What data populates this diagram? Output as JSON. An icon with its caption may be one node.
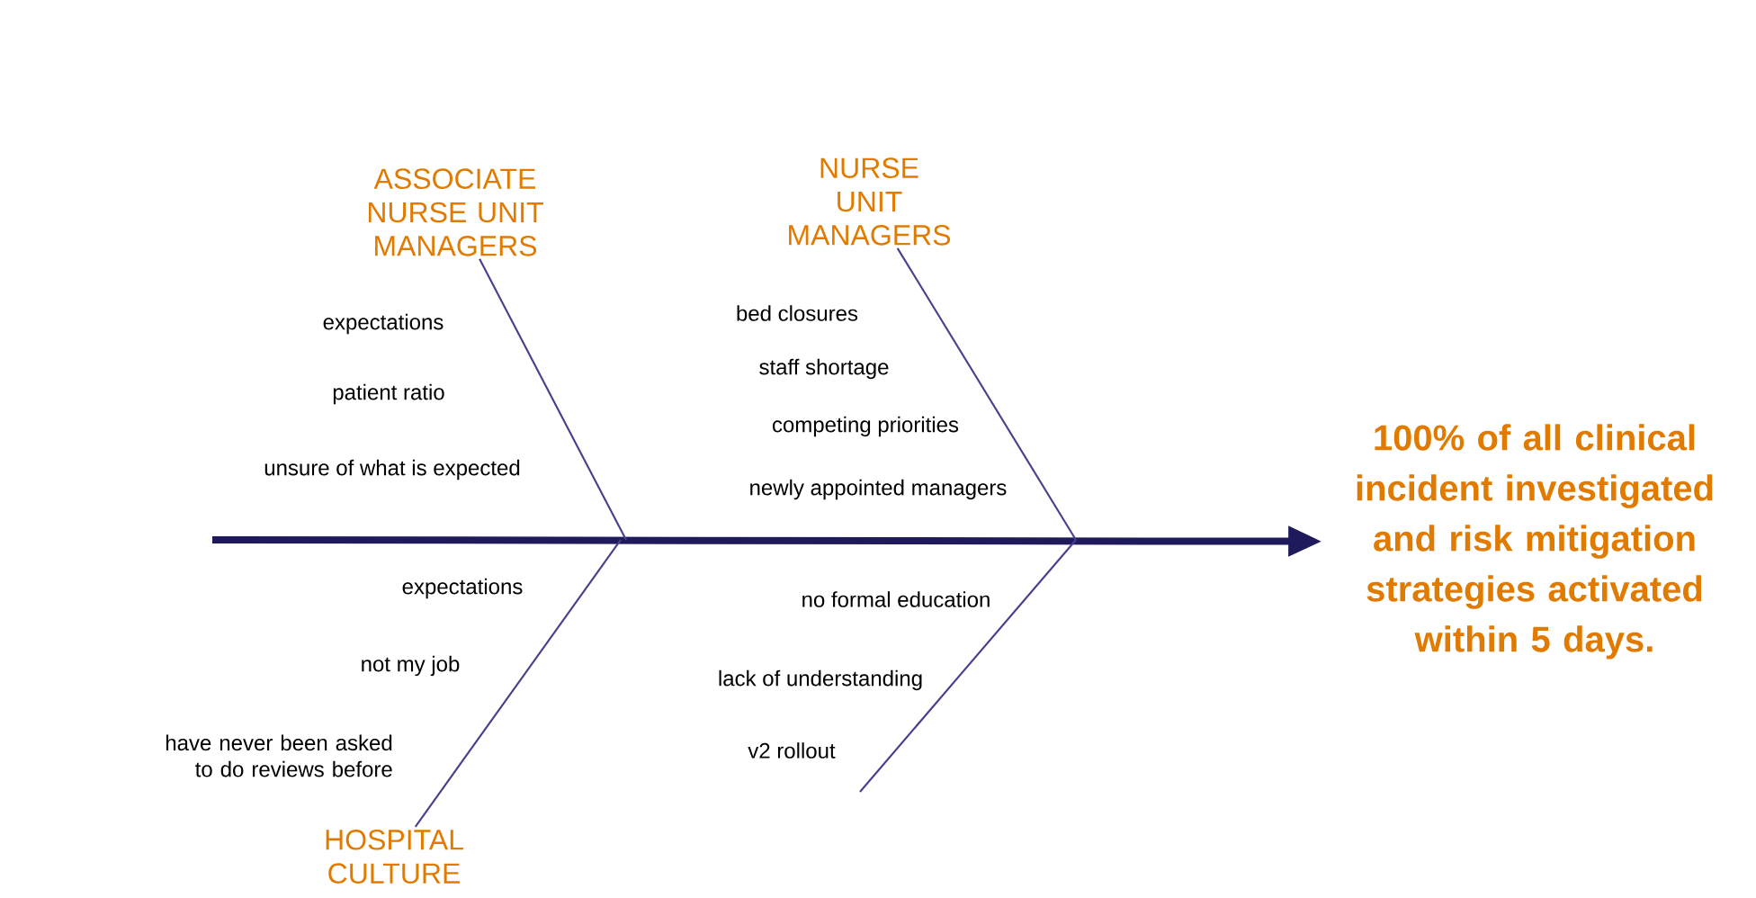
{
  "diagram": {
    "nodes": [
      {
        "text": [
          "ASSOCIATE NURSE UNIT MANAGERS"
        ]
      },
      {
        "text": [
          "NURSE UNIT MANAGERS"
        ]
      },
      {
        "text": [
          "HOSPITAL CULTURE"
        ]
      },
      {
        "text": [
          "100% of all clinical incident investigated and risk mitigation strategies activated within 5 days."
        ]
      }
    ],
    "edges": [
      {
        "from": null,
        "to": 3,
        "arrow": "to",
        "style": "thick",
        "color": "#1e1a5c"
      },
      {
        "from": 0,
        "to": null,
        "arrow": "none"
      },
      {
        "from": 1,
        "to": null,
        "arrow": "none"
      },
      {
        "from": 2,
        "to": null,
        "arrow": "none"
      }
    ],
    "labels": [
      "expectations",
      "patient ratio",
      "unsure of what is expected",
      "bed closures",
      "staff shortage",
      "competing priorities",
      "newly appointed managers",
      "expectations",
      "not my job",
      "have never been asked to do reviews before",
      "no formal education",
      "lack of understanding",
      "v2 rollout"
    ]
  }
}
